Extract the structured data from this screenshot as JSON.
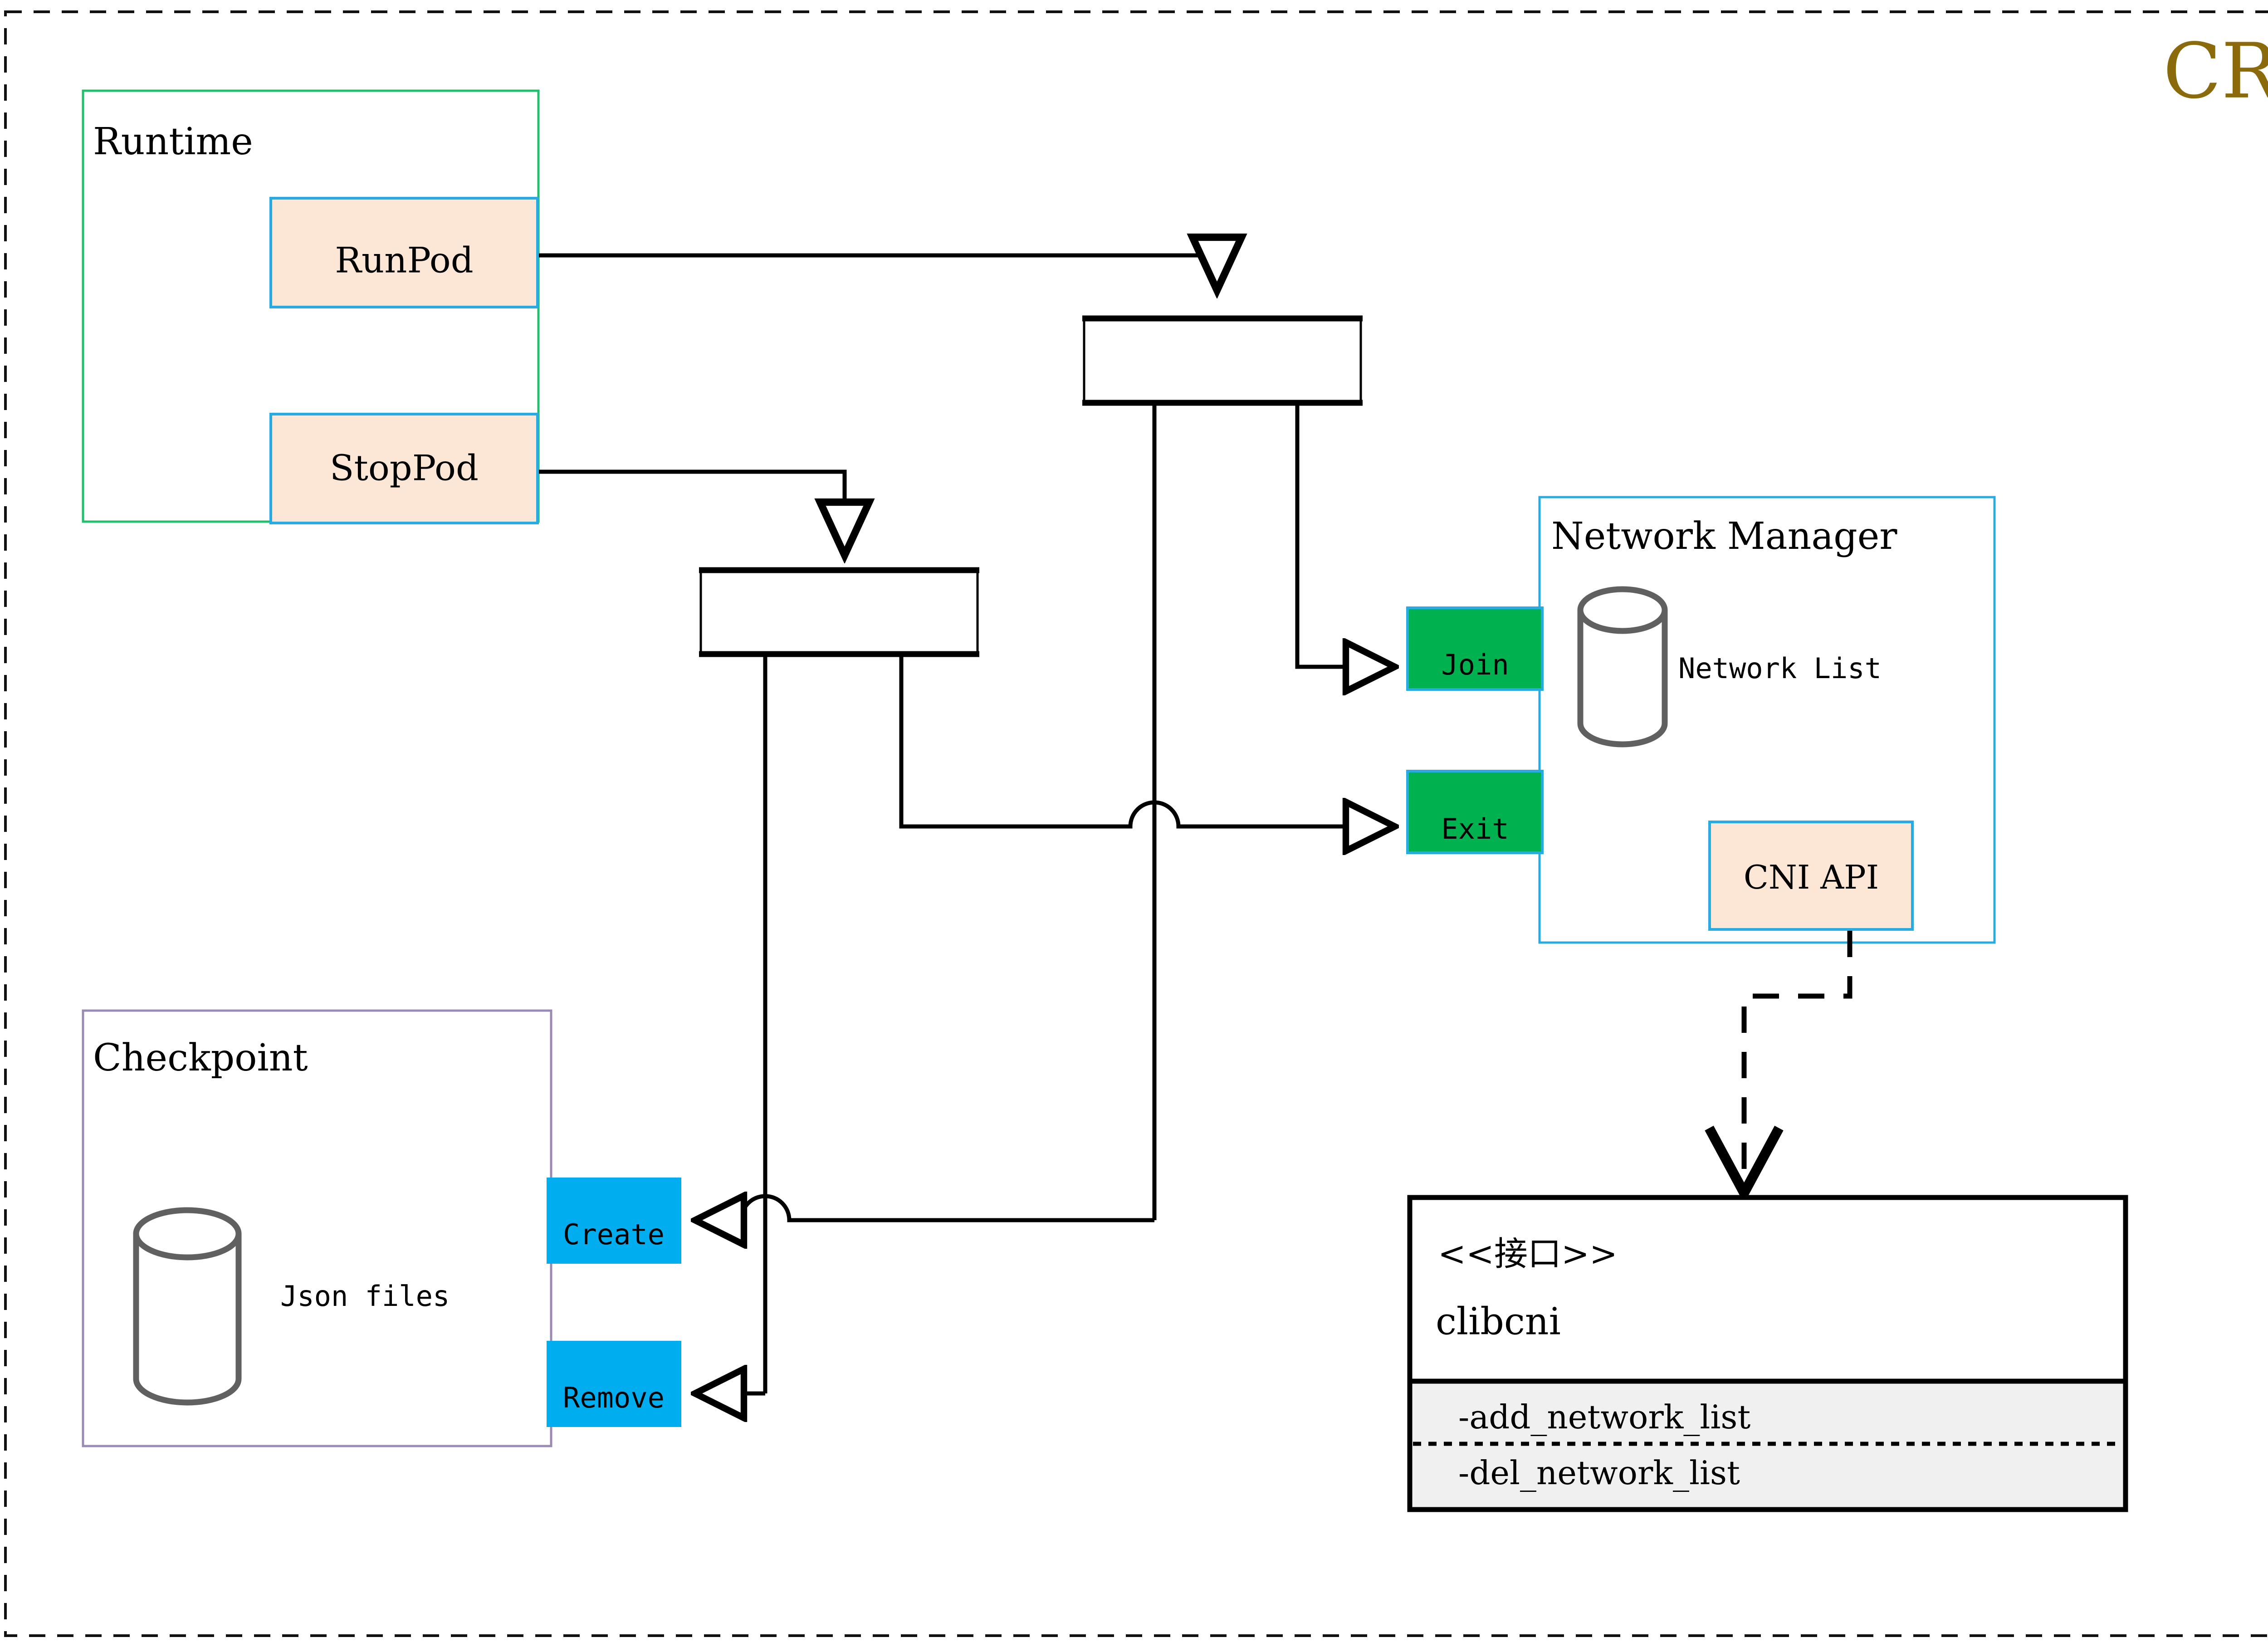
{
  "diagram": {
    "title": "CRI",
    "title_color": "#8a6a0a",
    "outer_border_style": "dashed"
  },
  "colors": {
    "runtime_border": "#20bf6b",
    "checkpoint_border": "#9b8bb4",
    "pod_fill": "#fce7d7",
    "pod_border": "#29abe2",
    "network_manager_border": "#29abe2",
    "cni_api_fill": "#fce7d7",
    "cni_api_border": "#29abe2",
    "green_action": "#00b14f",
    "blue_action": "#00aeef",
    "cylinder_stroke": "#606060",
    "interface_body_fill": "#ffffff",
    "interface_methods_fill": "#f0f0f0",
    "line_color": "#000000"
  },
  "groups": {
    "runtime": {
      "label": "Runtime"
    },
    "checkpoint": {
      "label": "Checkpoint",
      "store_label": "Json files",
      "store_icon": "cylinder-database-icon"
    },
    "network_manager": {
      "label": "Network Manager",
      "store_label": "Network List",
      "store_icon": "cylinder-database-icon"
    }
  },
  "nodes": {
    "run_pod": {
      "label": "RunPod"
    },
    "stop_pod": {
      "label": "StopPod"
    },
    "join": {
      "label": "Join"
    },
    "exit": {
      "label": "Exit"
    },
    "create": {
      "label": "Create"
    },
    "remove": {
      "label": "Remove"
    },
    "cni_api": {
      "label": "CNI API"
    }
  },
  "interface": {
    "stereotype": "<<接口>>",
    "name": "clibcni",
    "methods": [
      "-add_network_list",
      "-del_network_list"
    ]
  },
  "bars": {
    "fork_top": {
      "label": ""
    },
    "fork_bottom": {
      "label": ""
    }
  }
}
